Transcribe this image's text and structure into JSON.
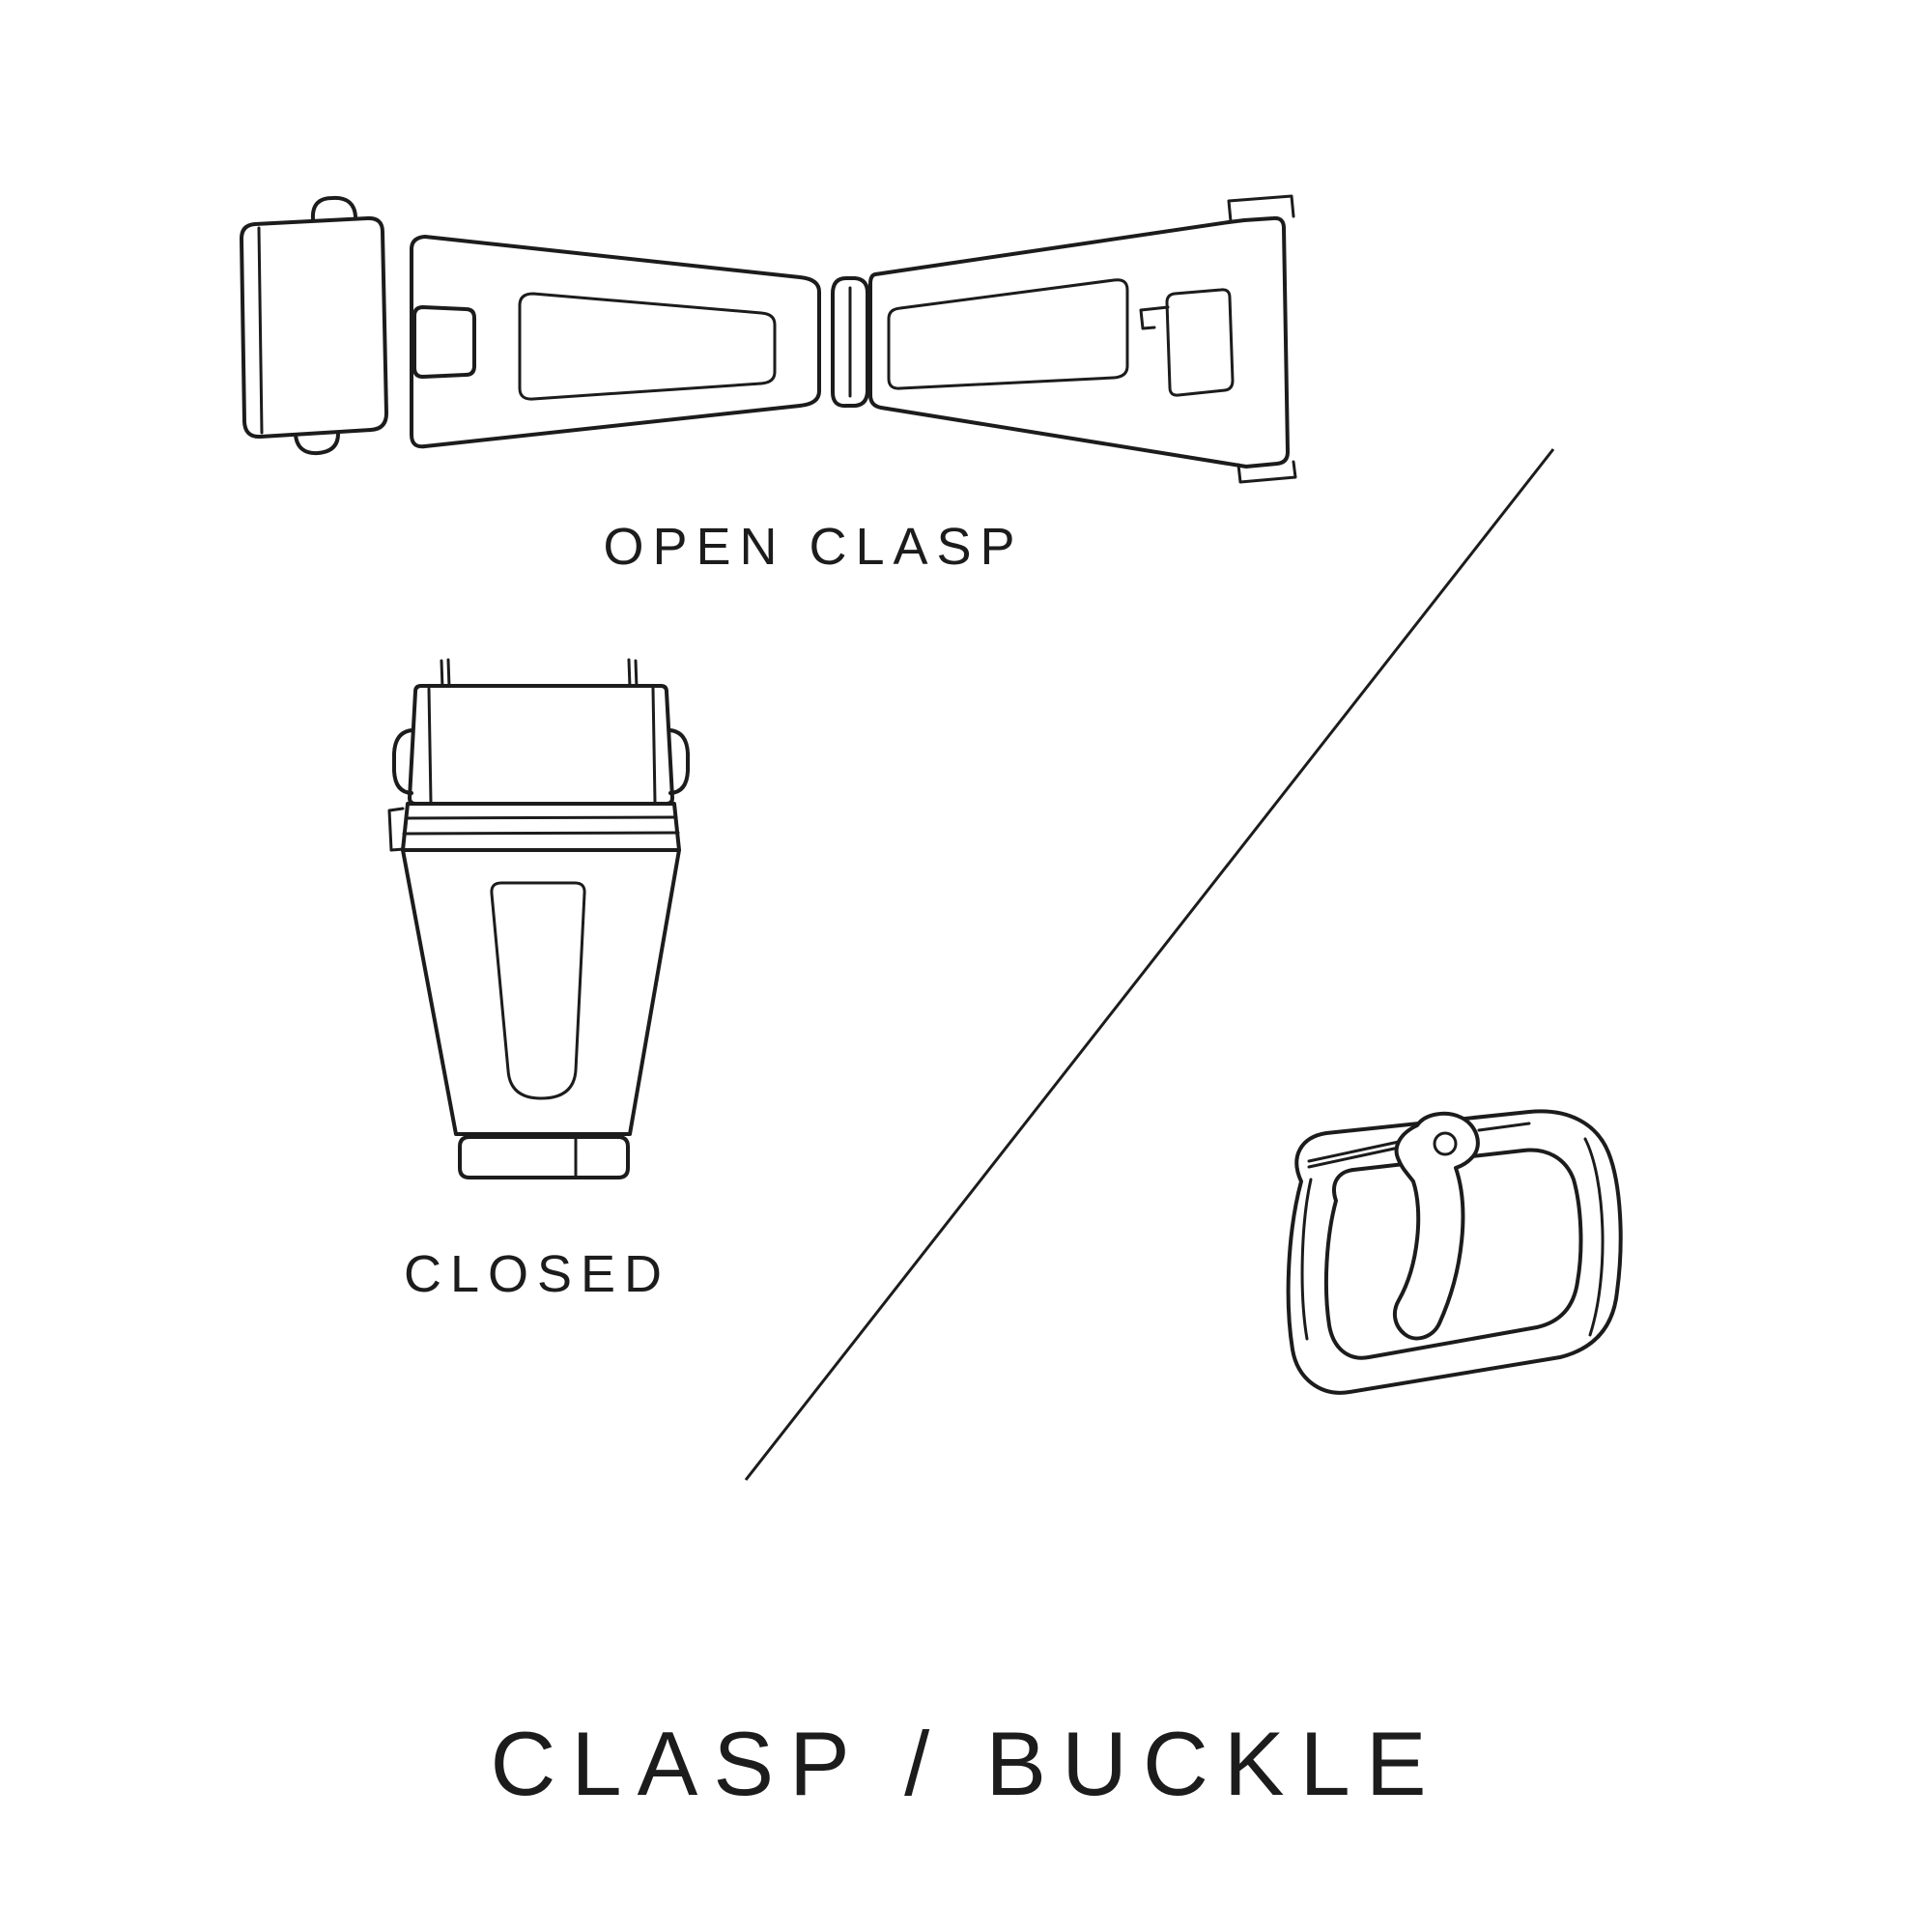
{
  "diagram": {
    "title": "CLASP / BUCKLE",
    "colors": {
      "background": "#ffffff",
      "stroke": "#1c1c1c"
    },
    "items": [
      {
        "id": "open-clasp",
        "label": "OPEN CLASP",
        "icon": "open-clasp-illustration"
      },
      {
        "id": "closed-clasp",
        "label": "CLOSED",
        "icon": "closed-clasp-illustration"
      },
      {
        "id": "buckle",
        "label": "",
        "icon": "buckle-illustration"
      }
    ],
    "divider": {
      "icon": "diagonal-divider-line"
    }
  }
}
